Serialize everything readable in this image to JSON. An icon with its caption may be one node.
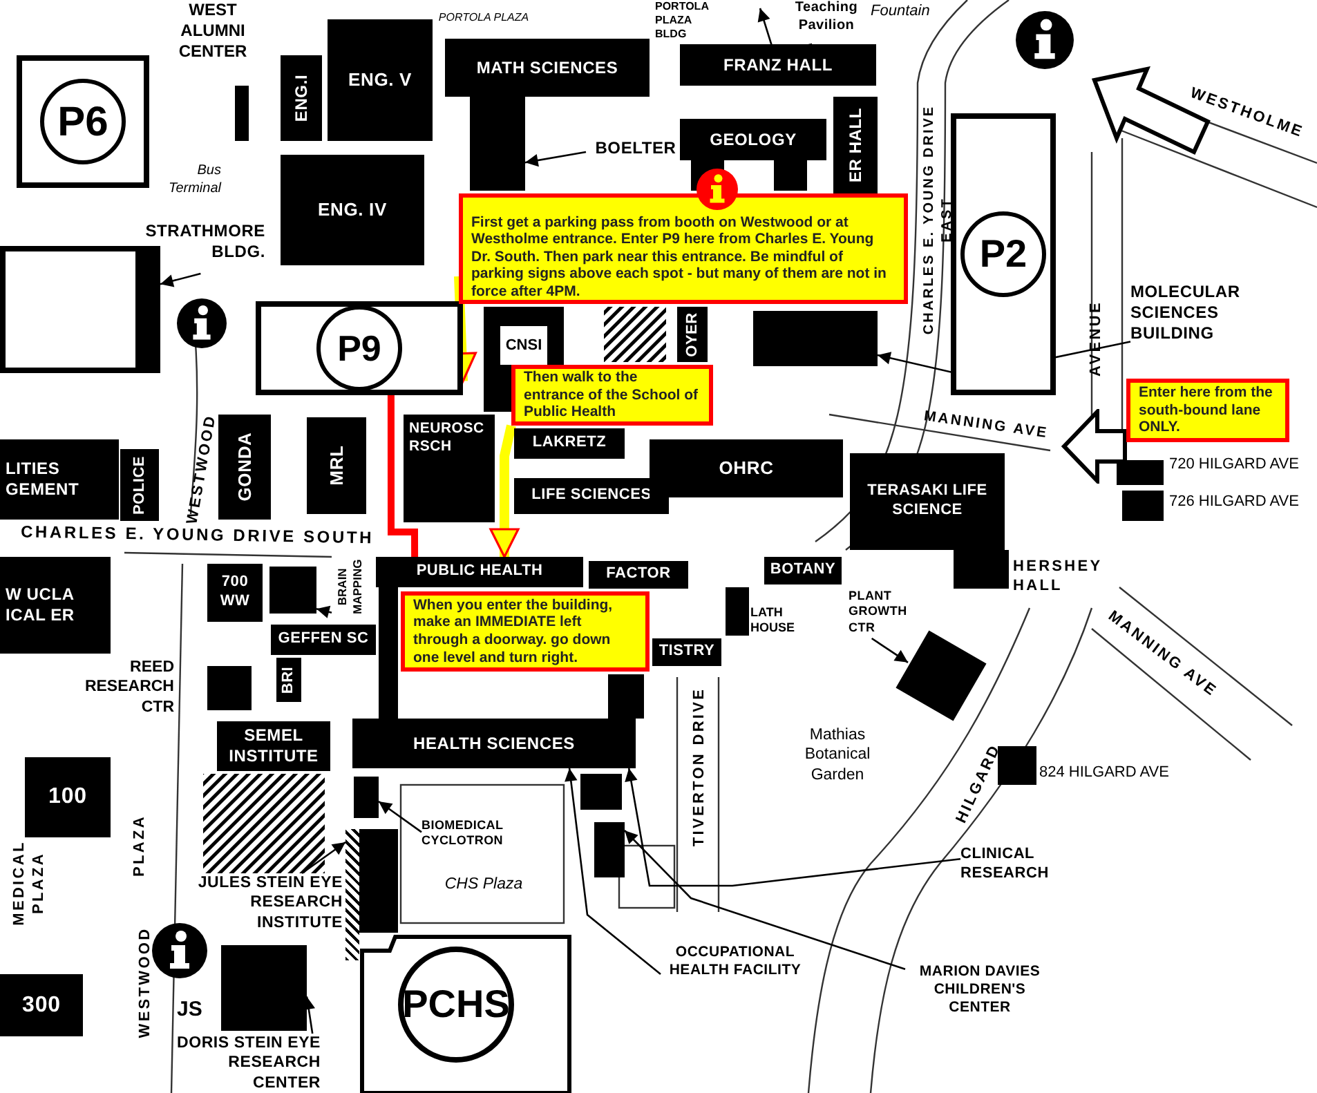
{
  "diagram": {
    "nodes": [
      {
        "text": [
          "P6"
        ]
      },
      {
        "text": [
          "ENG.I"
        ]
      },
      {
        "text": [
          "ENG. V"
        ]
      },
      {
        "text": [
          "MATH SCIENCES"
        ]
      },
      {
        "text": [
          "FRANZ HALL"
        ]
      },
      {
        "text": [
          "GEOLOGY"
        ]
      },
      {
        "text": [
          "ER HALL"
        ]
      },
      {
        "text": [
          "BOELTER"
        ]
      },
      {
        "text": [
          "ENG. IV"
        ]
      },
      {
        "text": [
          "P9"
        ]
      },
      {
        "text": [
          "STRATHMORE BLDG."
        ]
      },
      {
        "text": [
          "P2"
        ]
      },
      {
        "text": [
          "First get a parking pass from booth on Westwood or at Westholme entrance. Enter P9 here from Charles E. Young Dr. South. Then park near this entrance. Be mindful of parking signs above each spot - but many of them are not in force after 4PM."
        ]
      },
      {
        "text": [
          "CNSI"
        ]
      },
      {
        "text": [
          "OYER"
        ]
      },
      {
        "text": [
          "MOLECULAR SCIENCES BUILDING"
        ]
      },
      {
        "text": [
          "Then walk to the entrance of the School of Public Health"
        ]
      },
      {
        "text": [
          "Enter here from the south-bound lane ONLY."
        ]
      },
      {
        "text": [
          "NEUROSC RSCH"
        ]
      },
      {
        "text": [
          "LAKRETZ"
        ]
      },
      {
        "text": [
          "LIFE SCIENCES"
        ]
      },
      {
        "text": [
          "OHRC"
        ]
      },
      {
        "text": [
          "GONDA"
        ]
      },
      {
        "text": [
          "MRL"
        ]
      },
      {
        "text": [
          "LITIES GEMENT"
        ]
      },
      {
        "text": [
          "POLICE"
        ]
      },
      {
        "text": [
          "TERASAKI LIFE SCIENCE"
        ]
      },
      {
        "text": [
          "BOTANY"
        ]
      },
      {
        "text": [
          "PUBLIC HEALTH"
        ]
      },
      {
        "text": [
          "FACTOR"
        ]
      },
      {
        "text": [
          "700 WW"
        ]
      },
      {
        "text": [
          "BRAIN MAPPING"
        ]
      },
      {
        "text": [
          "W UCLA ICAL ER"
        ]
      },
      {
        "text": [
          "When you enter the building, make an IMMEDIATE left through a doorway. go down one level and turn right."
        ]
      },
      {
        "text": [
          "GEFFEN SC"
        ]
      },
      {
        "text": [
          "BRI"
        ]
      },
      {
        "text": [
          "TISTRY"
        ]
      },
      {
        "text": [
          "PLANT GROWTH CTR"
        ]
      },
      {
        "text": [],
        "shape": "box"
      },
      {
        "text": [
          "SEMEL INSTITUTE"
        ]
      },
      {
        "text": [
          "HEALTH SCIENCES"
        ]
      },
      {
        "text": [
          "100"
        ]
      },
      {
        "text": [
          "BIOMEDICAL CYCLOTRON"
        ]
      },
      {
        "text": [
          "CLINICAL RESEARCH"
        ]
      },
      {
        "text": [
          "JULES STEIN EYE RESEARCH INSTITUTE"
        ]
      },
      {
        "text": [],
        "shape": "box"
      },
      {
        "text": [
          "OCCUPATIONAL HEALTH FACILITY"
        ]
      },
      {
        "text": [
          "MARION DAVIES CHILDREN'S CENTER"
        ]
      },
      {
        "text": [
          "300"
        ]
      },
      {
        "text": [
          "PCHS"
        ]
      },
      {
        "text": [
          "DORIS STEIN EYE RESEARCH CENTER"
        ]
      },
      {
        "text": [
          "Teaching Pavilion"
        ]
      },
      {
        "text": [],
        "shape": "box"
      },
      {
        "text": [],
        "shape": "box"
      },
      {
        "text": [],
        "shape": "box"
      },
      {
        "text": [],
        "shape": "box"
      },
      {
        "text": [],
        "shape": "box"
      },
      {
        "text": [],
        "shape": "box"
      },
      {
        "text": [],
        "shape": "box"
      }
    ],
    "edges": [
      {
        "from": 12,
        "to": 9,
        "arrow": "to",
        "style": "thick",
        "color": "#ffff00"
      },
      {
        "from": 9,
        "to": 28,
        "arrow": "none",
        "style": "thick",
        "color": "#ff0000"
      },
      {
        "from": 16,
        "to": 28,
        "arrow": "to",
        "style": "thick",
        "color": "#ffff00"
      },
      {
        "from": 7,
        "to": 52,
        "arrow": "to"
      },
      {
        "from": 51,
        "to": null,
        "arrow": "to"
      },
      {
        "from": 10,
        "to": 53,
        "arrow": "to"
      },
      {
        "from": 15,
        "to": 54,
        "arrow": "to"
      },
      {
        "from": 31,
        "to": 55,
        "arrow": "to"
      },
      {
        "from": 37,
        "to": 38,
        "arrow": "to"
      },
      {
        "from": 42,
        "to": 56,
        "arrow": "to"
      },
      {
        "from": 44,
        "to": 57,
        "arrow": "to"
      },
      {
        "from": 50,
        "to": 45,
        "arrow": "to"
      },
      {
        "from": 43,
        "to": 40,
        "arrow": "to"
      },
      {
        "from": 47,
        "to": 58,
        "arrow": "to"
      },
      {
        "from": 46,
        "to": 40,
        "arrow": "to"
      }
    ],
    "labels": [
      "WEST ALUMNI CENTER",
      "PORTOLA PLAZA",
      "PORTOLA PLAZA BLDG",
      "Fountain",
      "Bus Terminal",
      "WESTHOLME",
      "CHARLES E. YOUNG DRIVE EAST",
      "AVENUE",
      "WESTWOOD",
      "CHARLES E. YOUNG DRIVE SOUTH",
      "MANNING AVE",
      "720 HILGARD AVE",
      "726 HILGARD AVE",
      "HERSHEY HALL",
      "LATH HOUSE",
      "REED RESEARCH CTR",
      "MEDICAL PLAZA",
      "PLAZA",
      "TIVERTON DRIVE",
      "Mathias Botanical Garden",
      "HILGARD",
      "824 HILGARD AVE",
      "MANNING AVE",
      "CHS Plaza",
      "WESTWOOD",
      "JS"
    ]
  }
}
